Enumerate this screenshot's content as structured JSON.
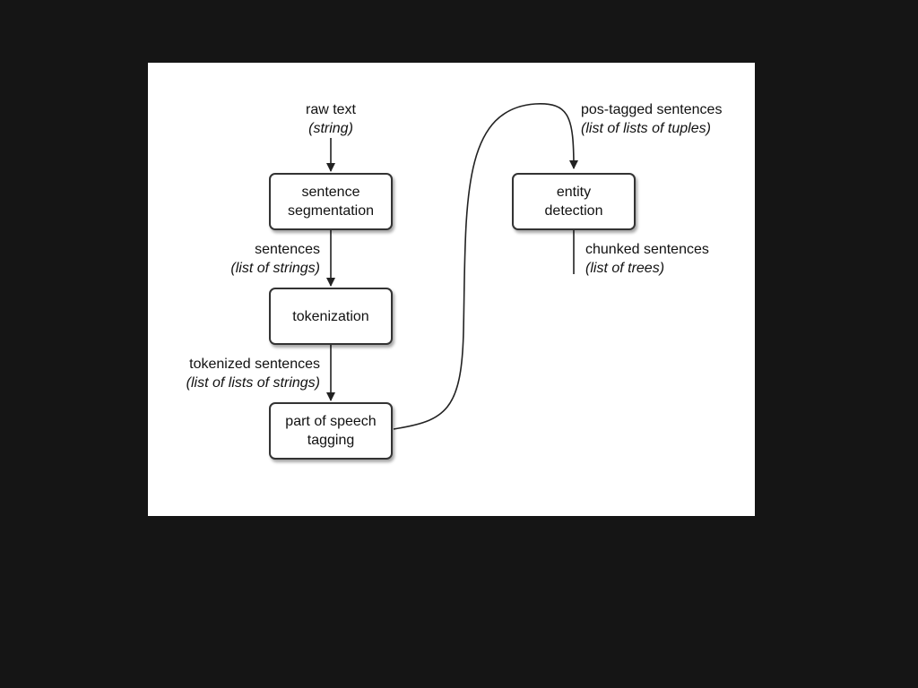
{
  "nodes": {
    "sentence_segmentation": {
      "line1": "sentence",
      "line2": "segmentation"
    },
    "tokenization": {
      "line1": "tokenization"
    },
    "pos_tagging": {
      "line1": "part of speech",
      "line2": "tagging"
    },
    "entity_detection": {
      "line1": "entity",
      "line2": "detection"
    }
  },
  "edges": {
    "raw_text": {
      "name": "raw text",
      "type": "(string)"
    },
    "sentences": {
      "name": "sentences",
      "type": "(list of strings)"
    },
    "tokenized_sentences": {
      "name": "tokenized sentences",
      "type": "(list of lists of strings)"
    },
    "pos_tagged_sentences": {
      "name": "pos-tagged sentences",
      "type": "(list of lists of tuples)"
    },
    "chunked_sentences": {
      "name": "chunked sentences",
      "type": "(list of trees)"
    }
  },
  "colors": {
    "background": "#151515",
    "panel": "#ffffff",
    "stroke": "#333333",
    "text": "#111111"
  }
}
